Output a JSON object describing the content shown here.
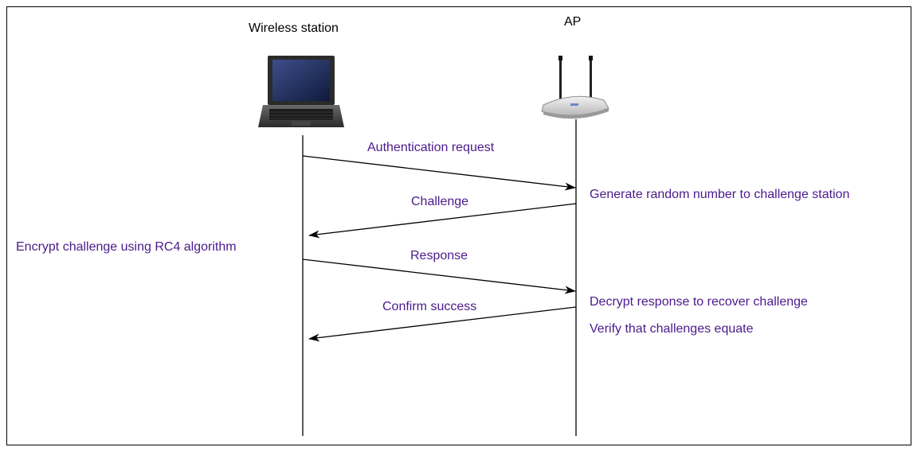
{
  "actors": {
    "station": "Wireless station",
    "ap": "AP"
  },
  "messages": [
    "Authentication request",
    "Challenge",
    "Response",
    "Confirm success"
  ],
  "notes": {
    "ap_generate": "Generate random number to challenge station",
    "station_encrypt": "Encrypt challenge using RC4 algorithm",
    "ap_decrypt": "Decrypt response to recover challenge",
    "ap_verify": "Verify that challenges equate"
  },
  "icons": {
    "station": "laptop-icon",
    "ap": "wireless-access-point-icon"
  },
  "colors": {
    "message_text": "#4b1a8c",
    "actor_text": "#000000",
    "lines": "#000000"
  }
}
